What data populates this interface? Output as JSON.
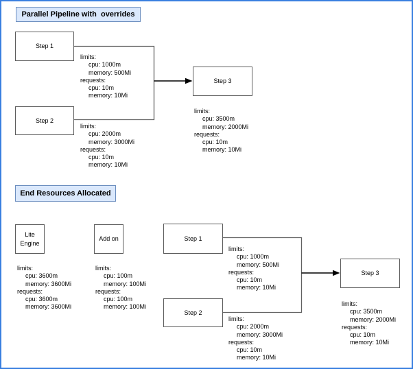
{
  "top_section": {
    "title": "Parallel Pipeline with  overrides",
    "nodes": {
      "step1": "Step 1",
      "step2": "Step 2",
      "step3": "Step 3"
    },
    "resources": {
      "step1": [
        "limits:",
        "cpu: 1000m",
        "memory: 500Mi",
        "requests:",
        "cpu: 10m",
        "memory: 10Mi"
      ],
      "step2": [
        "limits:",
        "cpu: 2000m",
        "memory: 3000Mi",
        "requests:",
        "cpu: 10m",
        "memory: 10Mi"
      ],
      "step3": [
        "limits:",
        "cpu: 3500m",
        "memory: 2000Mi",
        "requests:",
        "cpu: 10m",
        "memory: 10Mi"
      ]
    }
  },
  "bottom_section": {
    "title": "End Resources Allocated",
    "nodes": {
      "lite_engine": "Lite\nEngine",
      "add_on": "Add on",
      "step1": "Step 1",
      "step2": "Step 2",
      "step3": "Step 3"
    },
    "resources": {
      "lite_engine": [
        "limits:",
        "cpu: 3600m",
        "memory: 3600Mi",
        "requests:",
        "cpu: 3600m",
        "memory: 3600Mi"
      ],
      "add_on": [
        "limits:",
        "cpu: 100m",
        "memory: 100Mi",
        "requests:",
        "cpu: 100m",
        "memory: 100Mi"
      ],
      "step1": [
        "limits:",
        "cpu: 1000m",
        "memory: 500Mi",
        "requests:",
        "cpu: 10m",
        "memory: 10Mi"
      ],
      "step2": [
        "limits:",
        "cpu: 2000m",
        "memory: 3000Mi",
        "requests:",
        "cpu: 10m",
        "memory: 10Mi"
      ],
      "step3": [
        "limits:",
        "cpu: 3500m",
        "memory: 2000Mi",
        "requests:",
        "cpu: 10m",
        "memory: 10Mi"
      ]
    }
  },
  "colors": {
    "frame_border": "#3a7fe0",
    "title_fill": "#dae8fc",
    "title_border": "#6c8ebf",
    "node_border": "#5c5c5c",
    "connector": "#616161",
    "arrow": "#000000"
  }
}
